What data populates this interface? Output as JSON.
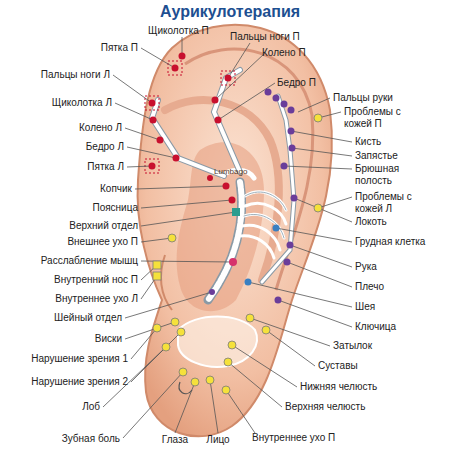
{
  "diagram": {
    "title": "Аурикулотерапия",
    "labels": [
      "Щиколотка П",
      "Пальцы ноги П",
      "Пятка П",
      "Колено П",
      "Пальцы ноги Л",
      "Бедро П",
      "Пальцы руки",
      "Щиколотка Л",
      "Проблемы с кожей П",
      "Колено Л",
      "Кисть",
      "Бедро Л",
      "Запястье",
      "Пятка Л",
      "Брюшная полость",
      "Lumbago",
      "Копчик",
      "Проблемы с кожей Л",
      "Поясница",
      "Локоть",
      "Верхний отдел",
      "Внешнее ухо П",
      "Грудная клетка",
      "Расслабление мышц",
      "Рука",
      "Внутренний нос П",
      "Плечо",
      "Внутреннее ухо Л",
      "Шея",
      "Шейный отдел",
      "Ключица",
      "Виски",
      "Затылок",
      "Нарушение зрения 1",
      "Суставы",
      "Нарушение зрения 2",
      "Нижняя челюсть",
      "Лоб",
      "Верхняя челюсть",
      "Зубная боль",
      "Глаза",
      "Лицо",
      "Внутреннее ухо П"
    ]
  }
}
